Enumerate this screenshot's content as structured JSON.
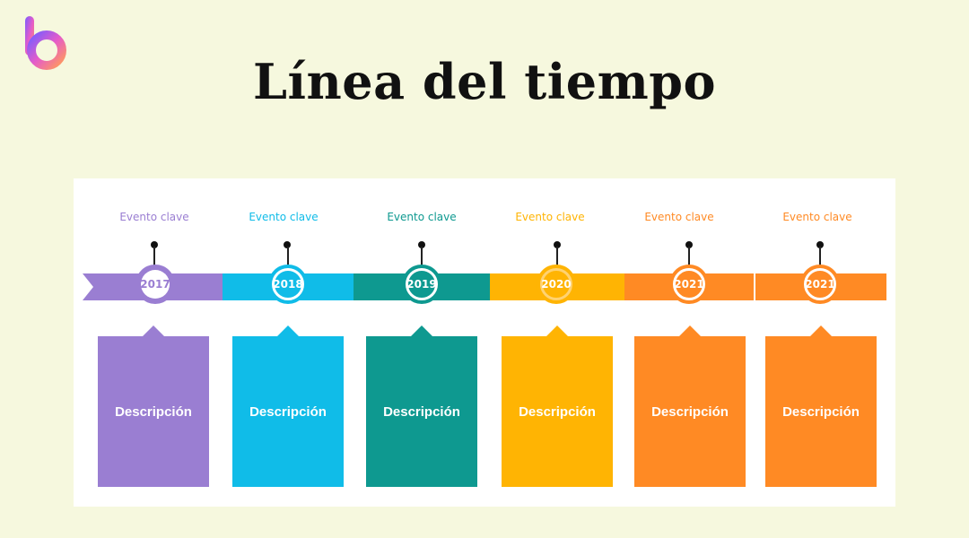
{
  "title": "Línea del tiempo",
  "colors": {
    "purple": "#9a7ed2",
    "cyan": "#10bce8",
    "teal": "#0e9990",
    "yellow": "#ffb403",
    "orange": "#ff8a24"
  },
  "timeline": [
    {
      "event": "Evento clave",
      "year": "2017",
      "description": "Descripción",
      "color": "#9a7ed2"
    },
    {
      "event": "Evento clave",
      "year": "2018",
      "description": "Descripción",
      "color": "#10bce8"
    },
    {
      "event": "Evento clave",
      "year": "2019",
      "description": "Descripción",
      "color": "#0e9990"
    },
    {
      "event": "Evento clave",
      "year": "2020",
      "description": "Descripción",
      "color": "#ffb403"
    },
    {
      "event": "Evento clave",
      "year": "2021",
      "description": "Descripción",
      "color": "#ff8a24"
    },
    {
      "event": "Evento clave",
      "year": "2021",
      "description": "Descripción",
      "color": "#ff8a24"
    }
  ]
}
